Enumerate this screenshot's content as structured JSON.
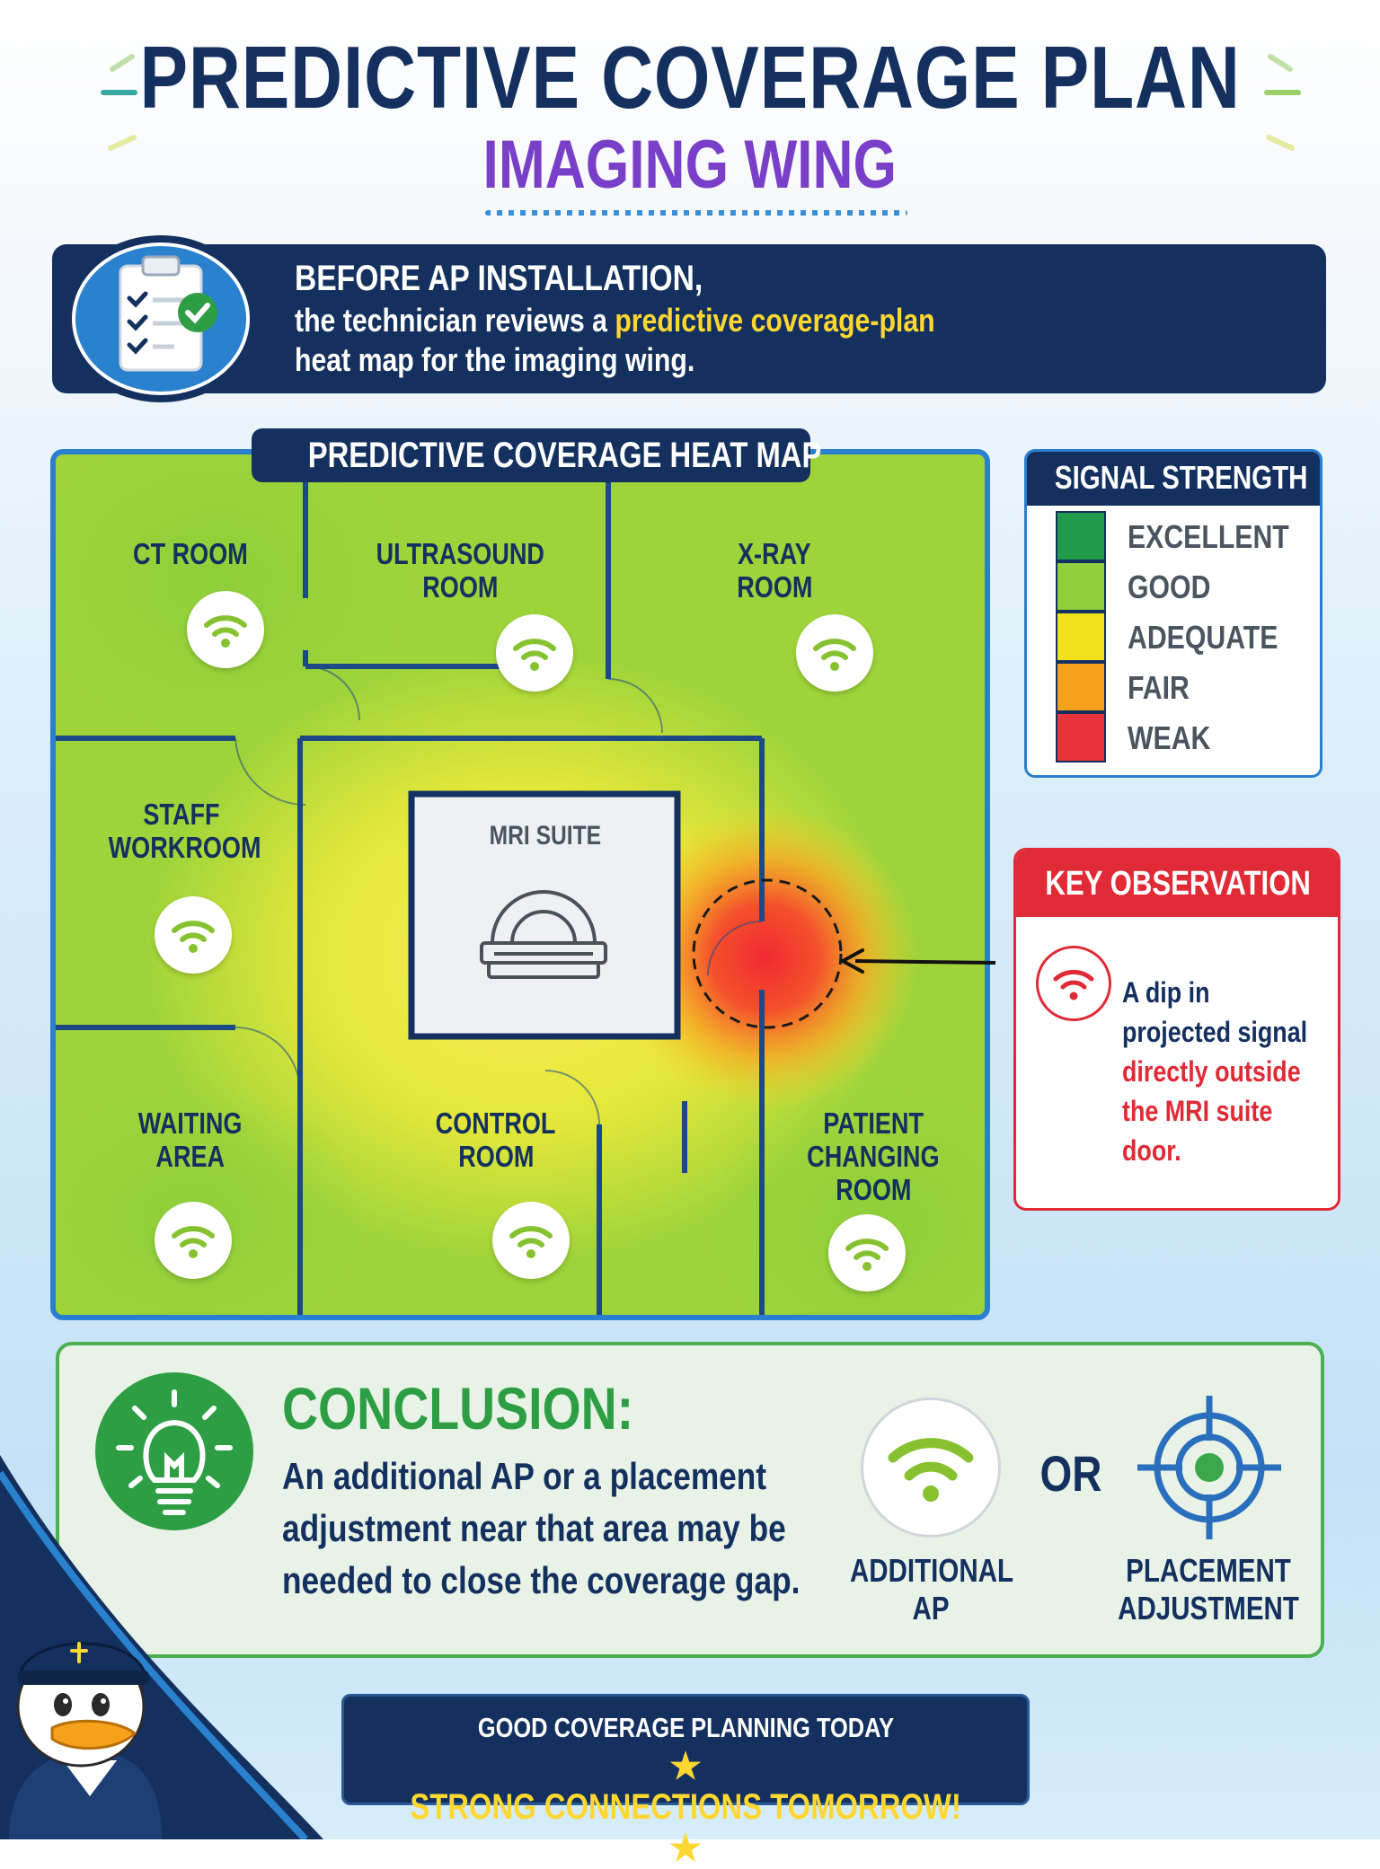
{
  "header": {
    "title": "PREDICTIVE COVERAGE PLAN",
    "subtitle": "IMAGING WING"
  },
  "intro": {
    "icon": "clipboard-check-icon",
    "line1": "BEFORE AP INSTALLATION,",
    "line2_start": "the technician reviews a ",
    "line2_highlight": "predictive coverage-plan",
    "line3": "heat map for the imaging wing."
  },
  "heat_map": {
    "title": "PREDICTIVE COVERAGE HEAT MAP",
    "rooms": {
      "ct": "CT ROOM",
      "ultrasound_1": "ULTRASOUND",
      "ultrasound_2": "ROOM",
      "xray_1": "X-RAY",
      "xray_2": "ROOM",
      "staff_1": "STAFF",
      "staff_2": "WORKROOM",
      "mri": "MRI SUITE",
      "waiting_1": "WAITING",
      "waiting_2": "AREA",
      "control_1": "CONTROL",
      "control_2": "ROOM",
      "changing_1": "PATIENT",
      "changing_2": "CHANGING",
      "changing_3": "ROOM"
    },
    "access_point_icon": "wifi-icon",
    "mri_icon": "mri-scanner-icon"
  },
  "legend": {
    "title": "SIGNAL STRENGTH",
    "items": [
      {
        "label": "EXCELLENT",
        "color": "#1f9b4a"
      },
      {
        "label": "GOOD",
        "color": "#8fcf3c"
      },
      {
        "label": "ADEQUATE",
        "color": "#f3e21b"
      },
      {
        "label": "FAIR",
        "color": "#f5a21a"
      },
      {
        "label": "WEAK",
        "color": "#e8333a"
      }
    ]
  },
  "observation": {
    "title": "KEY OBSERVATION",
    "icon": "wifi-weak-icon",
    "line1": "A dip in",
    "line2": "projected signal",
    "line3": "directly outside",
    "line4": "the MRI suite",
    "line5": "door."
  },
  "conclusion": {
    "icon": "lightbulb-icon",
    "title": "CONCLUSION:",
    "line1": "An additional AP or a placement",
    "line2": "adjustment near that area may be",
    "line3": "needed to close the coverage gap.",
    "option1_icon": "wifi-icon",
    "option1_line1": "ADDITIONAL",
    "option1_line2": "AP",
    "or": "OR",
    "option2_icon": "target-icon",
    "option2_line1": "PLACEMENT",
    "option2_line2": "ADJUSTMENT"
  },
  "footer": {
    "line1": "GOOD COVERAGE PLANNING TODAY",
    "line2": "STRONG CONNECTIONS TOMORROW!"
  },
  "colors": {
    "navy": "#13305f",
    "accent_blue": "#2a7fd0",
    "purple": "#7a3fc8",
    "yellow": "#ffd731",
    "red": "#e02a36",
    "green": "#2e9e45"
  }
}
